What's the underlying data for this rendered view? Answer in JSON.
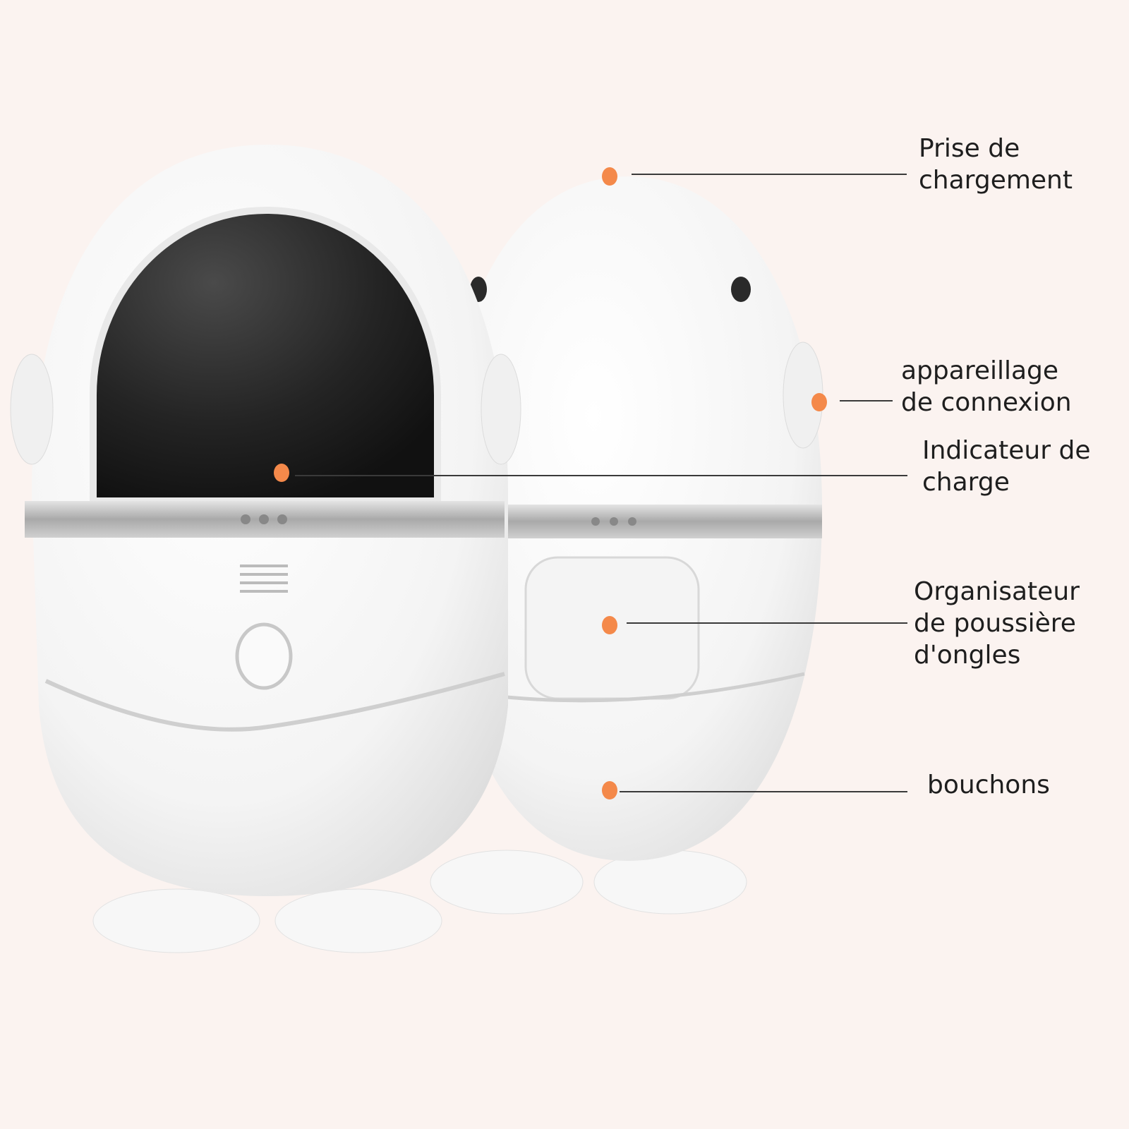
{
  "accent_color": "#f4894a",
  "callouts": {
    "charging_port": {
      "line1": "Prise de",
      "line2": "chargement"
    },
    "connection": {
      "line1": "appareillage",
      "line2": "de connexion"
    },
    "charge_indicator": {
      "line1": "Indicateur de",
      "line2": "charge"
    },
    "dust_organizer": {
      "line1": "Organisateur",
      "line2": "de poussière",
      "line3": "d'ongles"
    },
    "plugs": {
      "line1": "bouchons"
    }
  }
}
